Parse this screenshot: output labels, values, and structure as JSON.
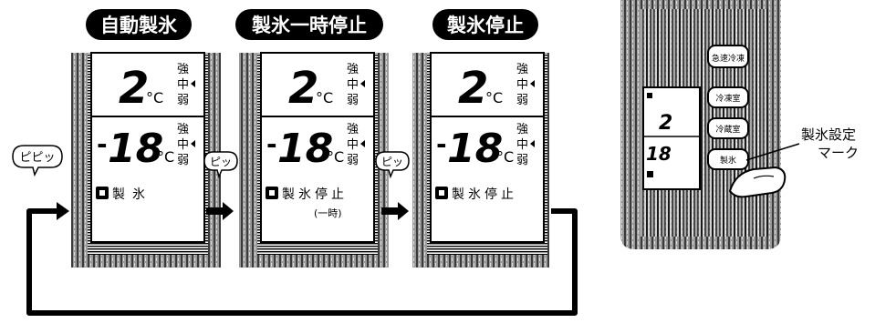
{
  "modes": [
    {
      "title": "自動製氷",
      "beep": "ピピッ",
      "fridge_temp": "2",
      "freezer_sign": "-",
      "freezer_temp": "18",
      "unit": "°C",
      "level_strong": "強",
      "level_mid": "中",
      "level_weak": "弱",
      "status_chars": [
        "製",
        "氷"
      ],
      "status_sub": ""
    },
    {
      "title": "製氷一時停止",
      "beep": "ピッ",
      "fridge_temp": "2",
      "freezer_sign": "-",
      "freezer_temp": "18",
      "unit": "°C",
      "level_strong": "強",
      "level_mid": "中",
      "level_weak": "弱",
      "status_chars": [
        "製",
        "氷",
        "停",
        "止"
      ],
      "status_sub": "(一時)"
    },
    {
      "title": "製氷停止",
      "beep": "ピッ",
      "fridge_temp": "2",
      "freezer_sign": "-",
      "freezer_temp": "18",
      "unit": "°C",
      "level_strong": "強",
      "level_mid": "中",
      "level_weak": "弱",
      "status_chars": [
        "製",
        "氷",
        "停",
        "止"
      ],
      "status_sub": ""
    }
  ],
  "panel": {
    "buttons": [
      "急速冷凍",
      "冷凍室",
      "冷蔵室",
      "製氷"
    ],
    "callout_line1": "製氷設定",
    "callout_line2": "マーク"
  }
}
